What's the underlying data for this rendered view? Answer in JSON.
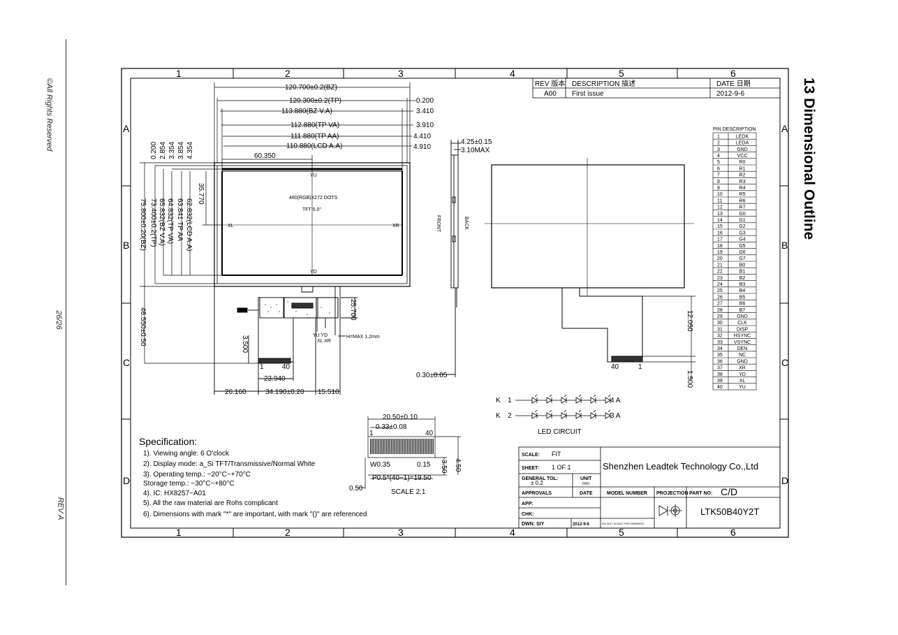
{
  "side": {
    "rights": "©All Rights Reserved",
    "page": "26/26",
    "rev": "REV A"
  },
  "section_title": "13 Dimensional Outline",
  "grid": {
    "cols": [
      "1",
      "2",
      "3",
      "4",
      "5",
      "6"
    ],
    "rows": [
      "A",
      "B",
      "C",
      "D"
    ]
  },
  "revision": {
    "headers": [
      "REV 版本",
      "DESCRIPTION 描述",
      "DATE 日期"
    ],
    "rev": "A00",
    "description": "First issue",
    "date": "2012-9-6"
  },
  "front_view": {
    "dims_top": [
      "120.700±0.2(BZ)",
      "120.300±0.2(TP)",
      "113.880(BZ V.A)",
      "112.880(TP VA)",
      "111.880(TP AA)",
      "110.880(LCD A.A)"
    ],
    "dims_right": [
      "0.200",
      "3.410",
      "3.910",
      "4.410",
      "4.910"
    ],
    "dim_60": "60.350",
    "dims_left_small": [
      "0.200",
      "2.854",
      "3.354",
      "3.854",
      "4.354"
    ],
    "dims_left_vert": [
      "75.800±0.20(BZ)",
      "73.400±0.2(TP)",
      "65.832(BZ V.A)",
      "64.832(TP VA)",
      "63.841 TP AA",
      "62.832(LCD A.A)"
    ],
    "dim_35": "35.770",
    "center_text_1": "480(RGB)X272 DOTS",
    "center_text_2": "TFT 5.0\"",
    "label_yu": "YU",
    "label_yd": "YD",
    "label_xl": "XL",
    "label_xr": "XR",
    "dim_25": "25.700",
    "dim_46": "46.550±0.50",
    "dim_3500": "3.500",
    "pin1": "1",
    "pin40": "40",
    "fpc_labels": "YU YD",
    "fpc_labels2": "XL XR",
    "hmax": "H=MAX 1.2mm",
    "dim_23": "23.940",
    "dims_bottom": [
      "26.160",
      "34.190±0.20",
      "15.510"
    ]
  },
  "side_view": {
    "dim_a": "4.25±0.15",
    "dim_b": "3.10MAX",
    "front": "FRONT",
    "back": "BACK",
    "dim_c": "0.30±0.05"
  },
  "back_view": {
    "dim_12": "12.050",
    "dim_15": "1.500",
    "pin40": "40",
    "pin1": "1"
  },
  "pin_table": {
    "title": "PIN  DESCRIPTION",
    "pins": [
      "LEDK",
      "LEDA",
      "GND",
      "VCC",
      "R0",
      "R1",
      "R2",
      "R3",
      "R4",
      "R5",
      "R6",
      "R7",
      "G0",
      "G1",
      "G2",
      "G3",
      "G4",
      "G5",
      "G6",
      "G7",
      "B0",
      "B1",
      "B2",
      "B3",
      "B4",
      "B5",
      "B6",
      "B7",
      "GND",
      "CLK",
      "DISP",
      "HSYNC",
      "VSYNC",
      "DEN",
      "NC",
      "GND",
      "XR",
      "YD",
      "XL",
      "YU"
    ]
  },
  "led": {
    "k1": "K",
    "n1": "1",
    "end1": "4  A",
    "k2": "K",
    "n2": "2",
    "end2": "3  A",
    "title": "LED  CIRCUIT"
  },
  "fpc_detail": {
    "dim_a": "20.50±0.10",
    "dim_b": "0.33±0.08",
    "pin1": "1",
    "pin40": "40",
    "w": "W0.35",
    "w2": "0.15",
    "pitch": "P0.5*(40−1)=19.50",
    "d050": "0.50",
    "d350": "3.50",
    "d450": "4.50",
    "scale": "SCALE 2:1"
  },
  "spec": {
    "title": "Specification:",
    "lines": [
      "1). Viewing angle: 6 O'clock",
      "2). Display mode: a_Si TFT/Transmissive/Normal White",
      "3).  Operating temp.: −20°C~+70°C",
      "      Storage temp.: −30°C~+80°C",
      "4). IC: HX8257−A01",
      "5). All the raw material are Rohs complicant",
      "6). Dimensions with mark \"*\" are important, with mark \"()\" are referenced"
    ]
  },
  "title_block": {
    "scale_label": "SCALE:",
    "scale_val": "FIT",
    "sheet_label": "SHEET:",
    "sheet_val": "1    OF    1",
    "company": "Shenzhen Leadtek Technology Co.,Ltd",
    "tol_label": "GENERAL TOL:",
    "tol_val": "± 0.2",
    "unit_label": "UNIT",
    "unit_val": "mm",
    "approvals": "APPROVALS",
    "date": "DATE",
    "model_number": "MODEL NUMBER",
    "projection": "PROJECTION",
    "part_no": "PART NO:",
    "cd": "C/D",
    "app": "APP:",
    "chk": "CHK:",
    "dwn": "DWN: SIY",
    "dwn_date": "2012-9-6",
    "note": "DO NOT SCALE THIS DRAWING",
    "model": "LTK50B40Y2T"
  }
}
